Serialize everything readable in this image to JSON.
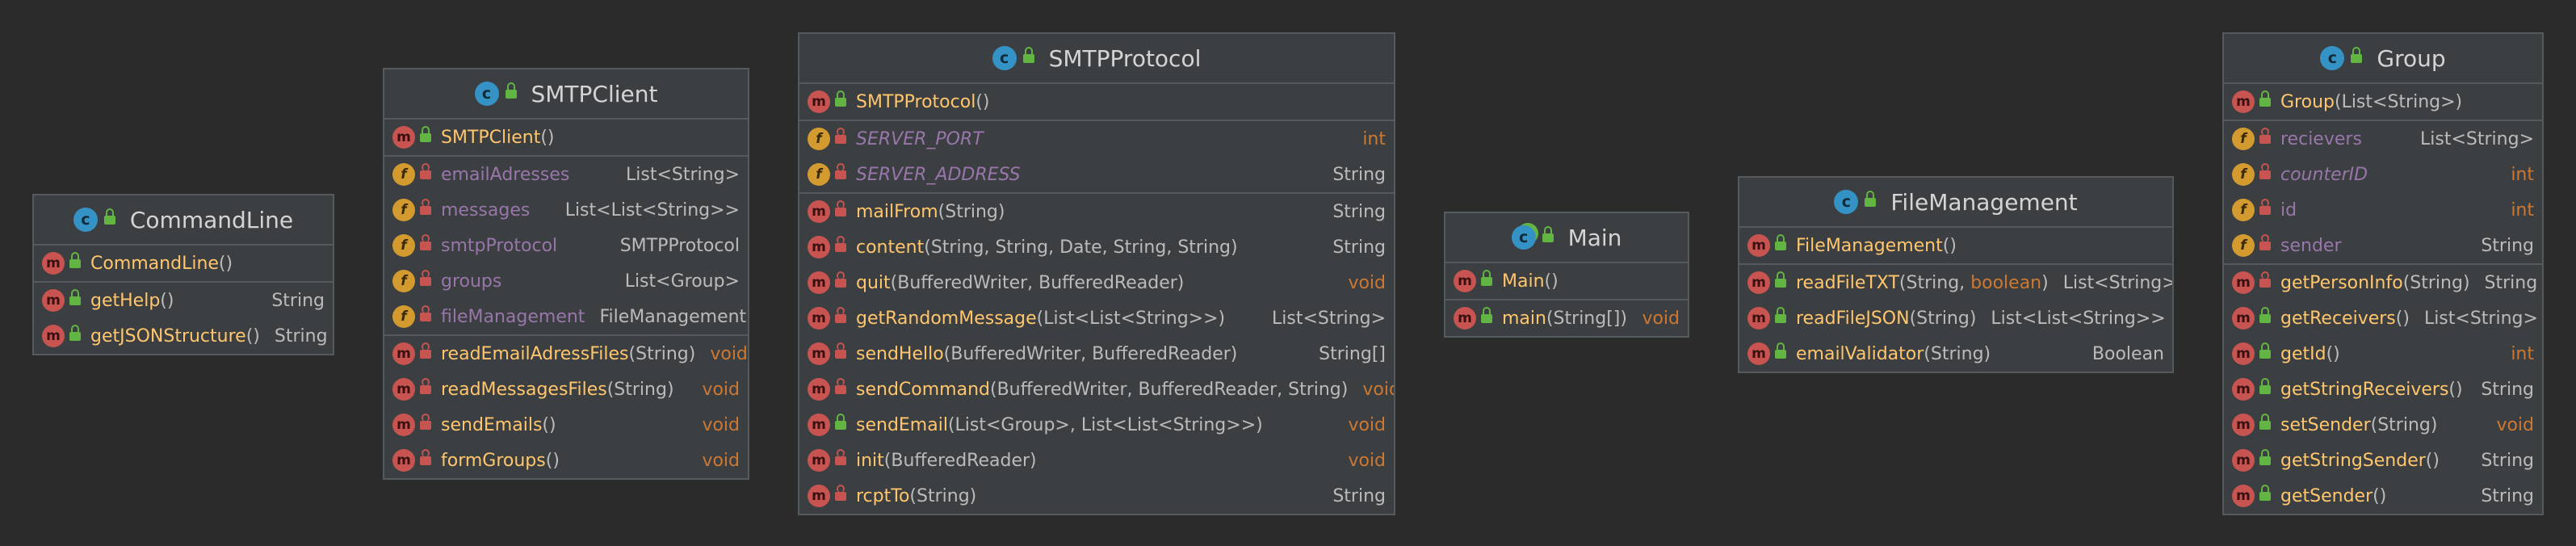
{
  "classes": [
    {
      "id": "commandline",
      "name": "CommandLine",
      "icon": "class-icon",
      "sections": [
        [
          {
            "kind": "method",
            "vis": "public",
            "name": "CommandLine",
            "params": "()",
            "type": ""
          }
        ],
        [
          {
            "kind": "method",
            "vis": "public",
            "name": "getHelp",
            "params": "()",
            "type": "String"
          },
          {
            "kind": "method",
            "vis": "public",
            "name": "getJSONStructure",
            "params": "()",
            "type": "String"
          }
        ]
      ]
    },
    {
      "id": "smtpclient",
      "name": "SMTPClient",
      "icon": "class-icon",
      "sections": [
        [
          {
            "kind": "method",
            "vis": "public",
            "name": "SMTPClient",
            "params": "()",
            "type": ""
          }
        ],
        [
          {
            "kind": "field",
            "vis": "private",
            "name": "emailAdresses",
            "type": "List<String>"
          },
          {
            "kind": "field",
            "vis": "private",
            "name": "messages",
            "type": "List<List<String>>"
          },
          {
            "kind": "field",
            "vis": "private",
            "name": "smtpProtocol",
            "type": "SMTPProtocol"
          },
          {
            "kind": "field",
            "vis": "private",
            "name": "groups",
            "type": "List<Group>"
          },
          {
            "kind": "field",
            "vis": "private",
            "name": "fileManagement",
            "type": "FileManagement"
          }
        ],
        [
          {
            "kind": "method",
            "vis": "private",
            "name": "readEmailAdressFiles",
            "params": "(String)",
            "type": "void"
          },
          {
            "kind": "method",
            "vis": "private",
            "name": "readMessagesFiles",
            "params": "(String)",
            "type": "void"
          },
          {
            "kind": "method",
            "vis": "private",
            "name": "sendEmails",
            "params": "()",
            "type": "void"
          },
          {
            "kind": "method",
            "vis": "private",
            "name": "formGroups",
            "params": "()",
            "type": "void"
          }
        ]
      ]
    },
    {
      "id": "smtpprotocol",
      "name": "SMTPProtocol",
      "icon": "class-icon",
      "sections": [
        [
          {
            "kind": "method",
            "vis": "public",
            "name": "SMTPProtocol",
            "params": "()",
            "type": ""
          }
        ],
        [
          {
            "kind": "field",
            "vis": "private",
            "name": "SERVER_PORT",
            "type": "int",
            "static": true
          },
          {
            "kind": "field",
            "vis": "private",
            "name": "SERVER_ADDRESS",
            "type": "String",
            "static": true
          }
        ],
        [
          {
            "kind": "method",
            "vis": "private",
            "name": "mailFrom",
            "params": "(String)",
            "type": "String"
          },
          {
            "kind": "method",
            "vis": "private",
            "name": "content",
            "params": "(String, String, Date, String, String)",
            "type": "String"
          },
          {
            "kind": "method",
            "vis": "private",
            "name": "quit",
            "params": "(BufferedWriter, BufferedReader)",
            "type": "void"
          },
          {
            "kind": "method",
            "vis": "private",
            "name": "getRandomMessage",
            "params": "(List<List<String>>)",
            "type": "List<String>"
          },
          {
            "kind": "method",
            "vis": "private",
            "name": "sendHello",
            "params": "(BufferedWriter, BufferedReader)",
            "type": "String[]"
          },
          {
            "kind": "method",
            "vis": "private",
            "name": "sendCommand",
            "params": "(BufferedWriter, BufferedReader, String)",
            "type": "void"
          },
          {
            "kind": "method",
            "vis": "public",
            "name": "sendEmail",
            "params": "(List<Group>, List<List<String>>)",
            "type": "void"
          },
          {
            "kind": "method",
            "vis": "private",
            "name": "init",
            "params": "(BufferedReader)",
            "type": "void"
          },
          {
            "kind": "method",
            "vis": "private",
            "name": "rcptTo",
            "params": "(String)",
            "type": "String"
          }
        ]
      ]
    },
    {
      "id": "main",
      "name": "Main",
      "icon": "main-class-icon",
      "sections": [
        [
          {
            "kind": "method",
            "vis": "public",
            "name": "Main",
            "params": "()",
            "type": ""
          }
        ],
        [
          {
            "kind": "method",
            "vis": "public",
            "name": "main",
            "params": "(String[])",
            "type": "void"
          }
        ]
      ]
    },
    {
      "id": "filemanagement",
      "name": "FileManagement",
      "icon": "class-icon",
      "sections": [
        [
          {
            "kind": "method",
            "vis": "public",
            "name": "FileManagement",
            "params": "()",
            "type": ""
          }
        ],
        [
          {
            "kind": "method",
            "vis": "public",
            "name": "readFileTXT",
            "params": "(String, boolean)",
            "type": "List<String>"
          },
          {
            "kind": "method",
            "vis": "public",
            "name": "readFileJSON",
            "params": "(String)",
            "type": "List<List<String>>"
          },
          {
            "kind": "method",
            "vis": "public",
            "name": "emailValidator",
            "params": "(String)",
            "type": "Boolean"
          }
        ]
      ]
    },
    {
      "id": "group",
      "name": "Group",
      "icon": "class-icon",
      "sections": [
        [
          {
            "kind": "method",
            "vis": "public",
            "name": "Group",
            "params": "(List<String>)",
            "type": ""
          }
        ],
        [
          {
            "kind": "field",
            "vis": "private",
            "name": "recievers",
            "type": "List<String>"
          },
          {
            "kind": "field",
            "vis": "private",
            "name": "counterID",
            "type": "int",
            "static": true
          },
          {
            "kind": "field",
            "vis": "private",
            "name": "id",
            "type": "int"
          },
          {
            "kind": "field",
            "vis": "private",
            "name": "sender",
            "type": "String"
          }
        ],
        [
          {
            "kind": "method",
            "vis": "private",
            "name": "getPersonInfo",
            "params": "(String)",
            "type": "String"
          },
          {
            "kind": "method",
            "vis": "public",
            "name": "getReceivers",
            "params": "()",
            "type": "List<String>"
          },
          {
            "kind": "method",
            "vis": "public",
            "name": "getId",
            "params": "()",
            "type": "int"
          },
          {
            "kind": "method",
            "vis": "public",
            "name": "getStringReceivers",
            "params": "()",
            "type": "String"
          },
          {
            "kind": "method",
            "vis": "public",
            "name": "setSender",
            "params": "(String)",
            "type": "void"
          },
          {
            "kind": "method",
            "vis": "public",
            "name": "getStringSender",
            "params": "()",
            "type": "String"
          },
          {
            "kind": "method",
            "vis": "public",
            "name": "getSender",
            "params": "()",
            "type": "String"
          }
        ]
      ]
    }
  ]
}
